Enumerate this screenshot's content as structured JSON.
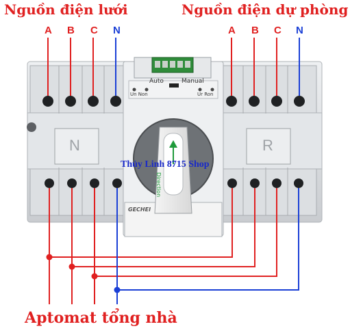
{
  "titles": {
    "left": "Nguồn điện lưới",
    "right": "Nguồn điện dự phòng",
    "bottom": "Aptomat tổng nhà"
  },
  "phases": {
    "left": [
      "A",
      "B",
      "C",
      "N"
    ],
    "right": [
      "A",
      "B",
      "C",
      "N"
    ]
  },
  "device": {
    "left_module": "N",
    "right_module": "R",
    "mode_auto": "Auto",
    "mode_manual": "Manual",
    "led_left": "Un Non",
    "led_right": "Ur Ron",
    "brand": "GECHEI",
    "handle_label": "Direction"
  },
  "watermark": "Thủy Linh 8715 Shop",
  "colors": {
    "phase_wire": "#e02020",
    "neutral_wire": "#1a3fd6",
    "title": "#e02020"
  }
}
